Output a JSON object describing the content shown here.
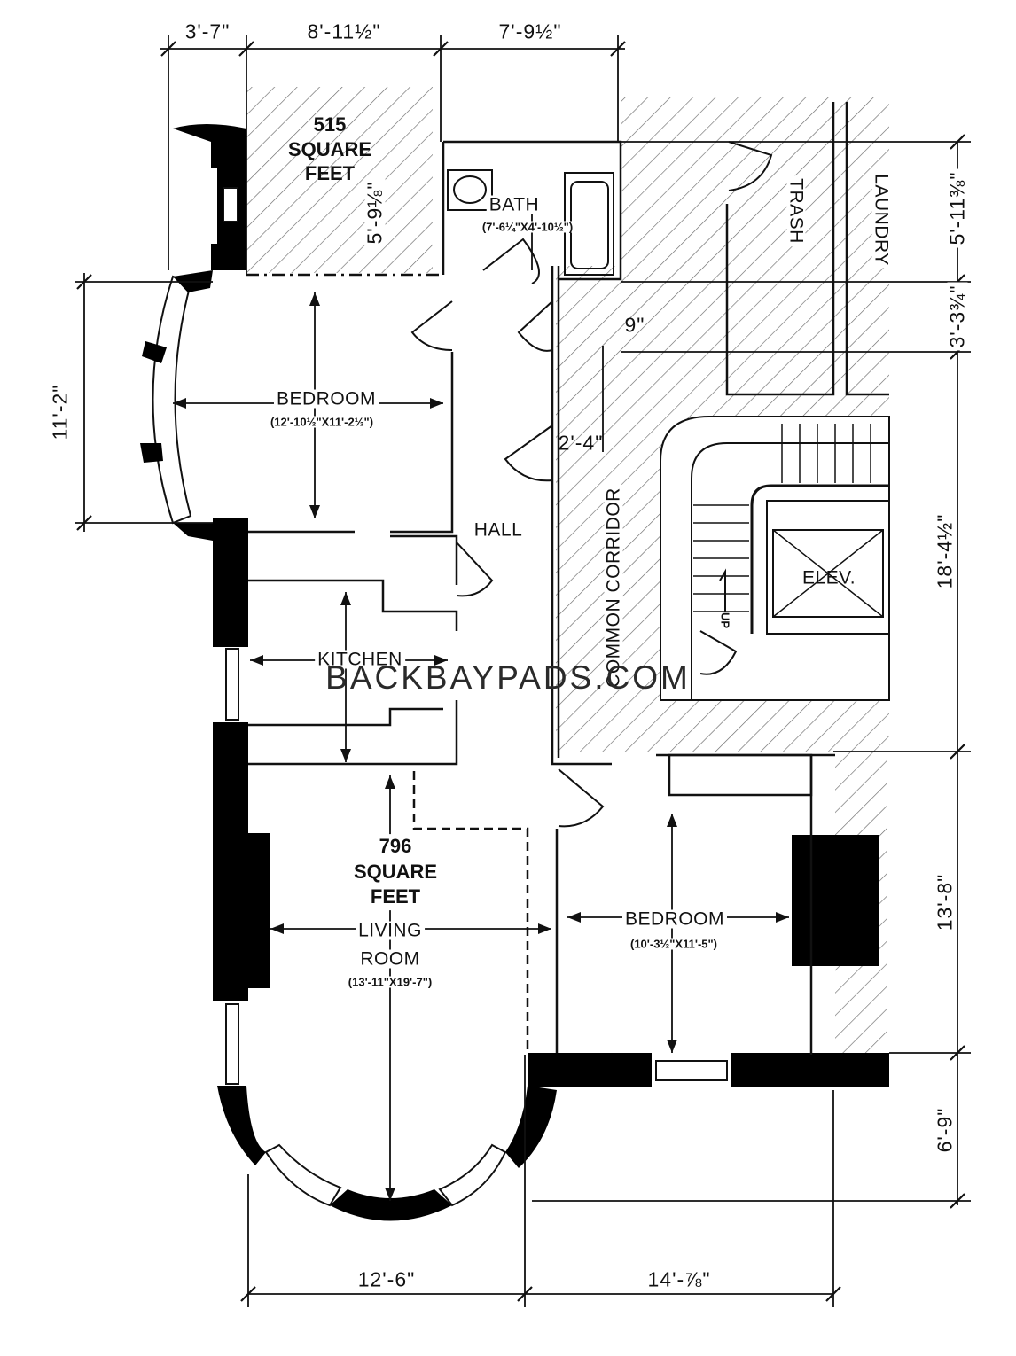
{
  "rooms": {
    "bath": {
      "name": "BATH",
      "size": "(7'-6¼\"X4'-10½\")"
    },
    "bedroom_1": {
      "name": "BEDROOM",
      "size": "(12'-10½\"X11'-2½\")"
    },
    "bedroom_2": {
      "name": "BEDROOM",
      "size": "(10'-3½\"X11'-5\")"
    },
    "hall": {
      "name": "HALL"
    },
    "kitchen": {
      "name": "KITCHEN"
    },
    "living_room": {
      "name_line1": "LIVING",
      "name_line2": "ROOM",
      "size": "(13'-11\"X19'-7\")"
    },
    "trash": {
      "name": "TRASH"
    },
    "laundry": {
      "name": "LAUNDRY"
    },
    "common_corridor": {
      "name": "COMMON CORRIDOR"
    },
    "elevator": {
      "name": "ELEV."
    },
    "stair_up": {
      "name": "UP"
    }
  },
  "areas": {
    "area_1": {
      "value": "515",
      "line2": "SQUARE",
      "line3": "FEET"
    },
    "area_2": {
      "value": "796",
      "line2": "SQUARE",
      "line3": "FEET"
    }
  },
  "dimensions": {
    "top_1": "3'-7\"",
    "top_2": "8'-11½\"",
    "top_3": "7'-9½\"",
    "bath_depth": "5'-9⅛\"",
    "bedroom_1_height": "11'-2\"",
    "nine_in": "9\"",
    "two_four": "2'-4\"",
    "right_1": "5'-11⅜\"",
    "right_2": "3'-3¾\"",
    "right_3": "18'-4½\"",
    "right_4": "13'-8\"",
    "right_5": "6'-9\"",
    "bottom_1": "12'-6\"",
    "bottom_2": "14'-⅞\""
  },
  "watermark": "BACKBAYPADS.COM",
  "colors": {
    "wall": "#000000",
    "line": "#111111",
    "hatch": "#6a6a6a",
    "background": "#ffffff"
  }
}
